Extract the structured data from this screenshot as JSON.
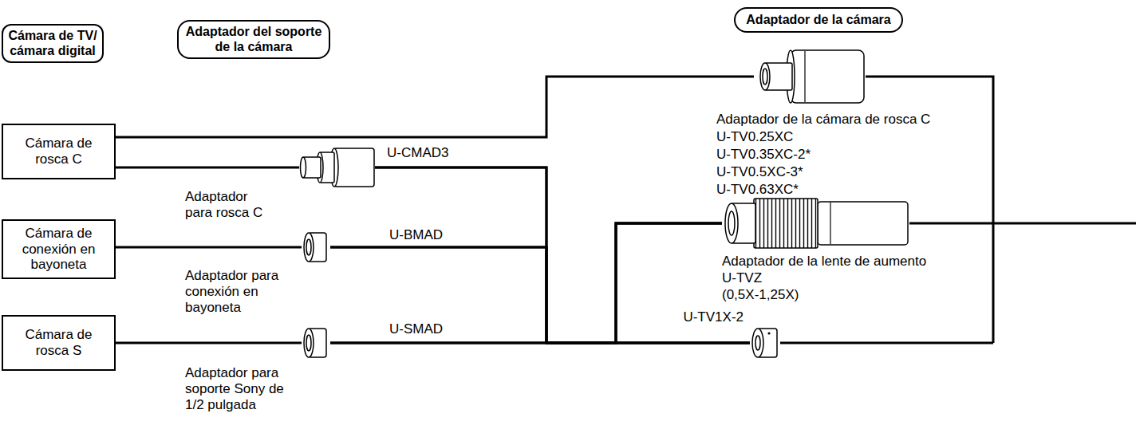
{
  "diagram": {
    "nodes": [
      {
        "text": [
          "Cámara de TV/ cámara digital"
        ]
      },
      {
        "text": [
          "Adaptador del soporte de la cámara"
        ]
      },
      {
        "text": [
          "Adaptador de la cámara"
        ]
      },
      {
        "text": [
          "Cámara de rosca C"
        ]
      },
      {
        "text": [
          "Cámara de conexión en bayoneta"
        ]
      },
      {
        "text": [
          "Cámara de rosca S"
        ]
      },
      {
        "text": [
          "Adaptador para rosca C",
          "U-CMAD3"
        ]
      },
      {
        "text": [
          "Adaptador para conexión en bayoneta",
          "U-BMAD"
        ]
      },
      {
        "text": [
          "Adaptador para soporte Sony de 1/2 pulgada",
          "U-SMAD"
        ]
      },
      {
        "text": [
          "Adaptador de la cámara de rosca C",
          "U-TV0.25XC",
          "U-TV0.35XC-2*",
          "U-TV0.5XC-3*",
          "U-TV0.63XC*"
        ]
      },
      {
        "text": [
          "Adaptador de la lente de aumento",
          "U-TVZ",
          "(0,5X-1,25X)"
        ]
      },
      {
        "text": [
          "U-TV1X-2"
        ]
      }
    ],
    "edges": [
      {
        "from": 3,
        "to": 9,
        "arrow": "none"
      },
      {
        "from": 3,
        "to": 6,
        "arrow": "none"
      },
      {
        "from": 4,
        "to": 7,
        "arrow": "none"
      },
      {
        "from": 5,
        "to": 8,
        "arrow": "none"
      },
      {
        "from": 6,
        "to": 10,
        "arrow": "none"
      },
      {
        "from": 6,
        "to": 11,
        "arrow": "none"
      },
      {
        "from": 7,
        "to": 10,
        "arrow": "none"
      },
      {
        "from": 7,
        "to": 11,
        "arrow": "none"
      },
      {
        "from": 8,
        "to": 10,
        "arrow": "none"
      },
      {
        "from": 8,
        "to": 11,
        "arrow": "none"
      }
    ]
  }
}
